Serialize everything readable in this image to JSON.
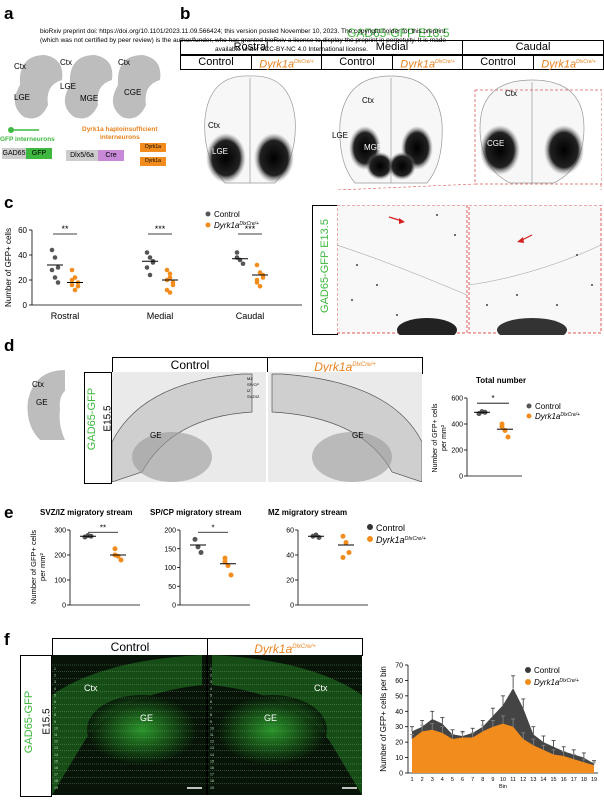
{
  "preprint": {
    "line1": "bioRxiv preprint doi: https://doi.org/10.1101/2023.11.09.566424; this version posted November 10, 2023. The copyright holder for this preprint",
    "line2": "(which was not certified by peer review) is the author/funder, who has granted bioRxiv a license to display the preprint in perpetuity. It is made",
    "line3": "available under aCC-BY-NC 4.0 International license."
  },
  "panel_a": {
    "label": "a",
    "regions": [
      "Ctx",
      "LGE",
      "Ctx",
      "LGE",
      "MGE",
      "Ctx",
      "CGE"
    ],
    "gfp_caption": "GFP interneurons",
    "gad65": "GAD65",
    "gfp": "GFP",
    "dyrk_caption_1": "Dyrk1a haploinsufficient",
    "dyrk_caption_2": "interneurons",
    "dlx": "Dlx5/6a",
    "cre": "Cre",
    "dyrk1a_box": "Dyrk1a"
  },
  "panel_b": {
    "label": "b",
    "title": "GAD65-GFP E13.5",
    "sections": [
      "Rostral",
      "Medial",
      "Caudal"
    ],
    "control": "Control",
    "mutant": "Dyrk1a",
    "mutant_sup": "DlxCre/+",
    "regions": [
      "Ctx",
      "LGE",
      "Ctx",
      "LGE",
      "MGE",
      "Ctx",
      "CGE"
    ],
    "zoom_label": "GAD65-GFP E13.5"
  },
  "panel_c": {
    "label": "c",
    "ylabel": "Number of GFP+ cells",
    "legend_control": "Control",
    "legend_mutant": "Dyrk1a",
    "legend_mutant_sup": "DlxCre/+",
    "sig": [
      "**",
      "***",
      "***"
    ]
  },
  "panel_d": {
    "label": "d",
    "control": "Control",
    "mutant": "Dyrk1a",
    "mutant_sup": "DlxCre/+",
    "side_label": "GAD65-GFP",
    "age": "E15.5",
    "icon_ctx": "Ctx",
    "icon_ge": "GE",
    "ge_left": "GE",
    "ge_right": "GE",
    "zones": [
      "MZ",
      "SP/CP",
      "IZ",
      "SVZ/IZ"
    ],
    "chart_title": "Total number",
    "ylabel_1": "Number of GFP+ cells",
    "ylabel_2": "per mm²",
    "sig": "*",
    "legend_control": "Control",
    "legend_mutant": "Dyrk1a",
    "legend_mutant_sup": "DlxCre/+"
  },
  "panel_e": {
    "label": "e",
    "titles": [
      "SVZ/IZ migratory stream",
      "SP/CP migratory stream",
      "MZ migratory stream"
    ],
    "ylabel_1": "Number of GFP+ cells",
    "ylabel_2": "per mm²",
    "sig": [
      "**",
      "*"
    ],
    "legend_control": "Control",
    "legend_mutant": "Dyrk1a",
    "legend_mutant_sup": "DlxCre/+"
  },
  "panel_f": {
    "label": "f",
    "control": "Control",
    "mutant": "Dyrk1a",
    "mutant_sup": "DlxCre/+",
    "side_label": "GAD65-GFP",
    "age": "E15.5",
    "ctx": "Ctx",
    "ge": "GE",
    "ylabel": "Number of GFP+ cells per bin",
    "xlabel": "Bin",
    "legend_control": "Control",
    "legend_mutant": "Dyrk1a",
    "legend_mutant_sup": "DlxCre/+"
  },
  "colors": {
    "control": "#555555",
    "mutant": "#f28c1c",
    "gfp_green": "#3fb83f",
    "link": "#1a3fbf"
  },
  "chart_data": [
    {
      "type": "scatter",
      "id": "c",
      "categories": [
        "Rostral",
        "Medial",
        "Caudal"
      ],
      "ylim": [
        0,
        60
      ],
      "yticks": [
        0,
        20,
        40,
        60
      ],
      "series": [
        {
          "name": "Control",
          "means": [
            32,
            35,
            37
          ],
          "points": [
            [
              44,
              38,
              30,
              28,
              22,
              18
            ],
            [
              42,
              38,
              35,
              30,
              24,
              34
            ],
            [
              42,
              36,
              33,
              38
            ]
          ]
        },
        {
          "name": "Dyrk1a DlxCre/+",
          "means": [
            18,
            20,
            24
          ],
          "points": [
            [
              28,
              22,
              18,
              16,
              12,
              15,
              20
            ],
            [
              28,
              22,
              18,
              12,
              10,
              16,
              20,
              25
            ],
            [
              32,
              26,
              22,
              18,
              15,
              24,
              20
            ]
          ]
        }
      ]
    },
    {
      "type": "scatter",
      "id": "d",
      "title": "Total number",
      "ylim": [
        0,
        600
      ],
      "yticks": [
        0,
        200,
        400,
        600
      ],
      "series": [
        {
          "name": "Control",
          "mean": 490,
          "points": [
            480,
            495,
            490
          ]
        },
        {
          "name": "Dyrk1a DlxCre/+",
          "mean": 360,
          "points": [
            400,
            350,
            300,
            380
          ]
        }
      ]
    },
    {
      "type": "scatter",
      "id": "e1",
      "title": "SVZ/IZ migratory stream",
      "ylim": [
        0,
        300
      ],
      "yticks": [
        0,
        100,
        200,
        300
      ],
      "series": [
        {
          "name": "Control",
          "mean": 275,
          "points": [
            272,
            278,
            275
          ]
        },
        {
          "name": "Dyrk1a DlxCre/+",
          "mean": 200,
          "points": [
            225,
            195,
            180,
            200
          ]
        }
      ]
    },
    {
      "type": "scatter",
      "id": "e2",
      "title": "SP/CP migratory stream",
      "ylim": [
        0,
        200
      ],
      "yticks": [
        0,
        50,
        100,
        150,
        200
      ],
      "series": [
        {
          "name": "Control",
          "mean": 160,
          "points": [
            175,
            155,
            140
          ]
        },
        {
          "name": "Dyrk1a DlxCre/+",
          "mean": 110,
          "points": [
            125,
            105,
            80,
            115
          ]
        }
      ]
    },
    {
      "type": "scatter",
      "id": "e3",
      "title": "MZ migratory stream",
      "ylim": [
        0,
        60
      ],
      "yticks": [
        0,
        20,
        40,
        60
      ],
      "series": [
        {
          "name": "Control",
          "mean": 55,
          "points": [
            55,
            56,
            54
          ]
        },
        {
          "name": "Dyrk1a DlxCre/+",
          "mean": 48,
          "points": [
            55,
            50,
            42,
            38
          ]
        }
      ]
    },
    {
      "type": "area",
      "id": "f",
      "x": [
        1,
        2,
        3,
        4,
        5,
        6,
        7,
        8,
        9,
        10,
        11,
        12,
        13,
        14,
        15,
        16,
        17,
        18,
        19
      ],
      "xlabel": "Bin",
      "ylabel": "Number of GFP+ cells per bin",
      "ylim": [
        0,
        70
      ],
      "yticks": [
        0,
        10,
        20,
        30,
        40,
        50,
        60,
        70
      ],
      "series": [
        {
          "name": "Control",
          "values": [
            27,
            30,
            35,
            32,
            25,
            24,
            26,
            30,
            37,
            44,
            55,
            42,
            25,
            20,
            17,
            14,
            12,
            10,
            6
          ],
          "err": [
            3,
            4,
            5,
            4,
            3,
            3,
            3,
            4,
            5,
            6,
            8,
            6,
            5,
            4,
            4,
            3,
            3,
            3,
            2
          ]
        },
        {
          "name": "Dyrk1a DlxCre/+",
          "values": [
            22,
            27,
            28,
            26,
            22,
            23,
            23,
            27,
            30,
            32,
            30,
            22,
            18,
            15,
            12,
            11,
            9,
            7,
            5
          ],
          "err": [
            3,
            4,
            4,
            4,
            3,
            3,
            3,
            4,
            4,
            5,
            5,
            4,
            4,
            3,
            3,
            3,
            3,
            2,
            2
          ]
        }
      ]
    }
  ]
}
